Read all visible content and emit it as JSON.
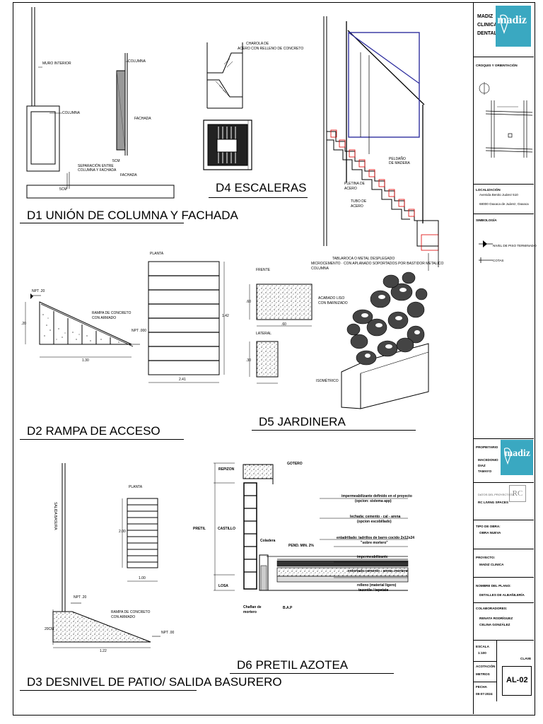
{
  "details": {
    "d1": {
      "title": "D1 UNIÓN DE COLUMNA Y FACHADA",
      "muro_interior": "MURO INTERIOR",
      "columna": "COLUMNA",
      "fachada": "FACHADA",
      "separacion_1": "SEPARACIÓN ENTRE",
      "separacion_2": "COLUMNA Y FACHADA",
      "dim_5cm": "5CM"
    },
    "d2": {
      "title": "D2 RAMPA DE ACCESO",
      "planta": "PLANTA",
      "rampa_1": "RAMPA DE CONCRETO",
      "rampa_2": "CON ARMADO",
      "npt_top": "NPT .20",
      "npt_bot": "NPT .000",
      "dim_h": ".20",
      "dim_len": "1.30",
      "dim_plan_w": "2.41",
      "dim_plan_h": "1.42"
    },
    "d3": {
      "title": "D3 DESNIVEL DE PATIO/ SALIDA BASURERO",
      "planta": "PLANTA",
      "salida": "SALIDA BASURA",
      "rampa_1": "RAMPA DE CONCRETO",
      "rampa_2": "CON ARMADO",
      "npt_top": "NPT .20",
      "npt_bot": "NPT .00",
      "dim_h": "20CM",
      "dim_len": "1.22",
      "dim_plan_h": "2.00",
      "dim_plan_w": "1.00"
    },
    "d4": {
      "title": "D4 ESCALERAS",
      "charola_1": "CHAROLA DE",
      "charola_2": "ACERO CON RELLENO DE CONCRETO",
      "peldano_1": "PELDAÑO",
      "peldano_2": "DE MADERA",
      "pletina_1": "PLETINA DE",
      "pletina_2": "ACERO",
      "tubo_1": "TUBO DE",
      "tubo_2": "ACERO"
    },
    "d5": {
      "title": "D5 JARDINERA",
      "frente": "FRENTE",
      "lateral": "LATERAL",
      "isometrico": "ISOMÉTRICO",
      "top_1": "TABLAROCA O METAL DESPLEGADO",
      "top_2": "MICROCEMENTO · CON APLANADO SOPORTADOS POR BASTIDOR METALICO",
      "top_3": "COLUMNA",
      "acabado_1": "ACABADO LISO",
      "acabado_2": "CON BARNIZADO",
      "dim_h": ".60",
      "dim_w": ".60",
      "dim_lat": ".30"
    },
    "d6": {
      "title": "D6 PRETIL AZOTEA",
      "repizon": "REPIZON",
      "castillo": "CASTILLO",
      "losa": "LOSA",
      "pretil": "PRETIL",
      "gotero": "GOTERO",
      "coladera": "Coladera",
      "chaflan_1": "Chaflan de",
      "chaflan_2": "mortero",
      "bap": "B.A.P",
      "pend": "PEND. MIN. 2%",
      "notes": [
        "impermeabilizante definido en el proyecto",
        "(opcion: sistema app)",
        "lechada: cemento - cal - arena",
        "(opcion escobillado)",
        "enladrillado: ladrillos de barro cocido 2x12x24",
        "\"sobre mortero\"",
        "impermeabilizante",
        "entortado cemento - arena- mortero",
        "relleno (material ligero)",
        "tezontle / tepetate"
      ]
    }
  },
  "sidebar": {
    "logo_text": "madiz",
    "clinic": [
      "MADIZ",
      "CLINICA",
      "DENTAL"
    ],
    "croquis": "CROQUIS Y ORIENTACIÓN",
    "localizacion": "LOCALIZACIÓN",
    "loc_1": "Avenida Benito Juárez 510",
    "loc_2": "68000 Oaxaca de Juárez, Oaxaca",
    "simbologia": "SIMBOLOGÍA",
    "sym_1": "NIVEL DE PISO TERMINADO",
    "sym_2": "COTAS",
    "propietario": "PROPIETARIO",
    "prop_names": [
      "MACEDONIO",
      "DIAZ",
      "TAMAYO"
    ],
    "datos": "DATOS DEL PROYECTISTA",
    "rc_mark": "RC",
    "rc_name": "RC LIVING SPACES",
    "tipo_obra": "TIPO DE OBRA:",
    "tipo_val": "OBRA NUEVA",
    "proyecto": "PROYECTO:",
    "proyecto_val": "MADIZ CLINICA",
    "nombre_plano": "NOMBRE DEL PLANO:",
    "nombre_val": "DETALLES DE ALBAÑILERÍA",
    "colaboradores": "COLABORADORES:",
    "colab_1": "RENATA RODRÍGUEZ",
    "colab_2": "CELINA GONZÁLEZ",
    "escala": "ESCALA",
    "escala_val": "1:100",
    "acotacion": "ACOTACIÓN",
    "acotacion_val": "METROS",
    "fecha": "FECHA",
    "fecha_val": "08-07-2024",
    "clave": "CLAVE",
    "clave_val": "AL-02"
  }
}
